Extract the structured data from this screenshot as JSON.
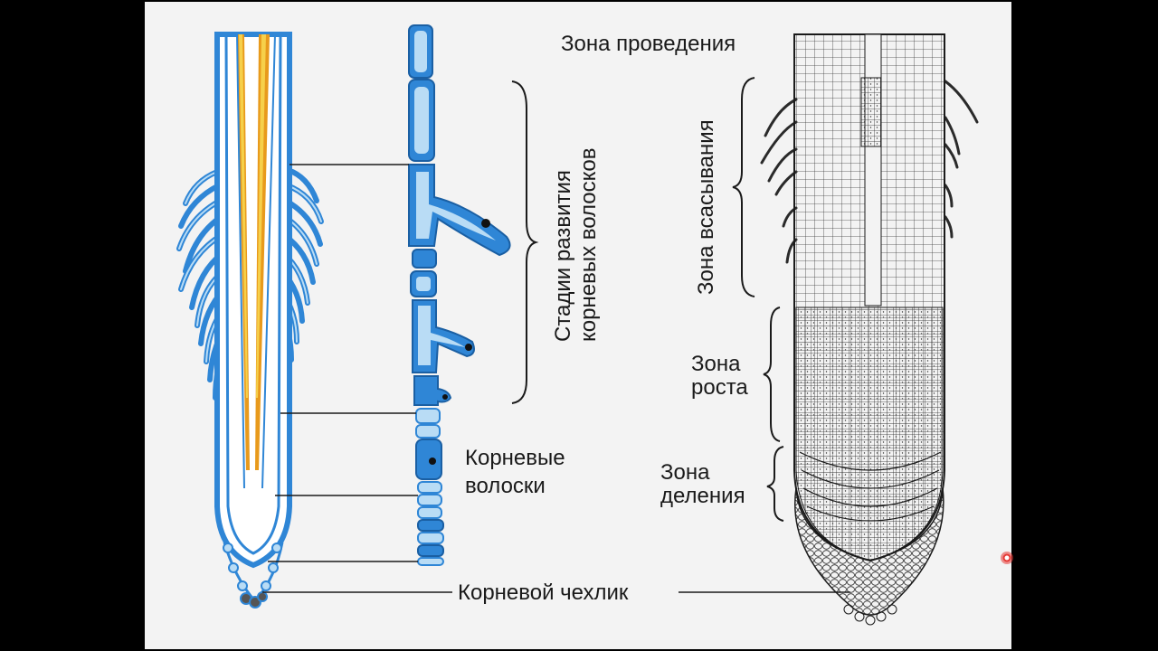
{
  "labels": {
    "conduction_zone": "Зона проведения",
    "hair_stages_line1": "Стадии развития",
    "hair_stages_line2": "корневых волосков",
    "absorption_zone": "Зона всасывания",
    "growth_zone_line1": "Зона",
    "growth_zone_line2": "роста",
    "division_zone_line1": "Зона",
    "division_zone_line2": "деления",
    "root_hairs_line1": "Корневые",
    "root_hairs_line2": "волоски",
    "root_cap": "Корневой чехлик"
  },
  "colors": {
    "background": "#000000",
    "panel": "#f3f3f3",
    "root_blue": "#2f86d6",
    "root_blue_light": "#b9dcf5",
    "vascular_orange": "#e89a1c",
    "vascular_yellow": "#f6d04a",
    "ink": "#1a1a1a",
    "pointer_red": "#e53935"
  },
  "icons": {
    "pointer": "red-laser-dot"
  }
}
